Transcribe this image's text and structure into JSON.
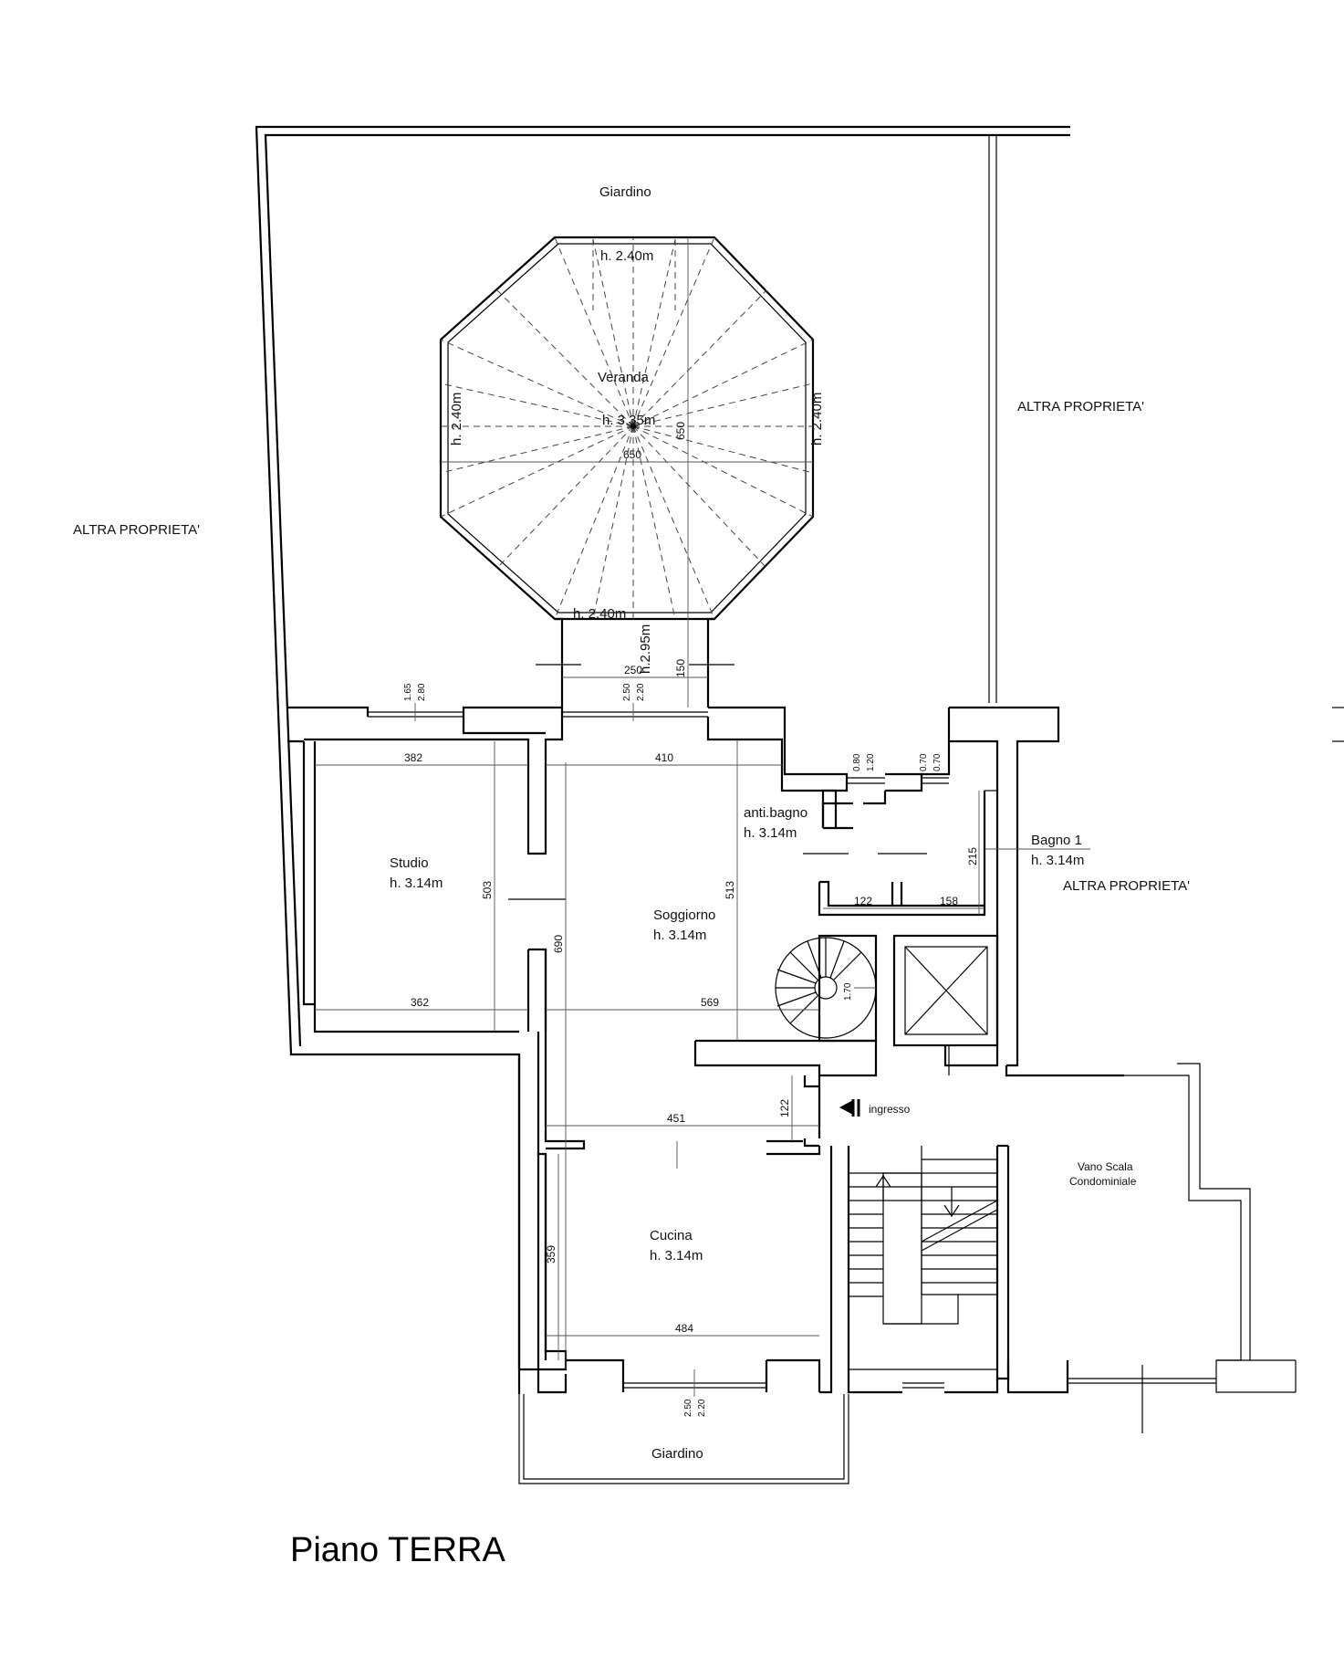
{
  "title": "Piano TERRA",
  "areas": {
    "garden_top": "Giardino",
    "garden_bottom": "Giardino",
    "other_property_left": "ALTRA PROPRIETA'",
    "other_property_right_top": "ALTRA PROPRIETA'",
    "other_property_right_mid": "ALTRA PROPRIETA'",
    "stairwell_line1": "Vano Scala",
    "stairwell_line2": "Condominiale",
    "entrance": "ingresso"
  },
  "rooms": {
    "veranda": {
      "name": "Veranda",
      "height": "h. 3.35m",
      "side_height_top": "h. 2.40m",
      "side_height_left": "h. 2.40m",
      "side_height_right": "h. 2.40m",
      "side_height_bottom": "h. 2.40m",
      "passage_height": "h.2.95m"
    },
    "studio": {
      "name": "Studio",
      "height": "h. 3.14m"
    },
    "soggiorno": {
      "name": "Soggiorno",
      "height": "h. 3.14m"
    },
    "antibagno": {
      "name": "anti.bagno",
      "height": "h. 3.14m"
    },
    "bagno": {
      "name": "Bagno 1",
      "height": "h. 3.14m"
    },
    "cucina": {
      "name": "Cucina",
      "height": "h. 3.14m"
    }
  },
  "dimensions": {
    "veranda_width": "650",
    "veranda_depth": "650",
    "passage_width": "250",
    "passage_depth": "150",
    "studio_top": "382",
    "studio_bottom": "362",
    "studio_depth": "503",
    "soggiorno_top": "410",
    "soggiorno_depth": "513",
    "soggiorno_long": "690",
    "soggiorno_bottom": "569",
    "bath_left": "122",
    "bath_right": "158",
    "bath_depth": "215",
    "spiral_stair": "1.70",
    "corridor": "122",
    "cucina_top": "451",
    "cucina_bottom": "484",
    "cucina_depth": "359"
  },
  "openings": {
    "studio_window_a": "1.65",
    "studio_window_b": "2.80",
    "veranda_door_a": "2.50",
    "veranda_door_b": "2.20",
    "bath_window_a": "0.80",
    "bath_window_b": "1.20",
    "bath_window_c": "0.70",
    "bath_window_d": "0.70",
    "kitchen_door_a": "2.50",
    "kitchen_door_b": "2.20"
  }
}
